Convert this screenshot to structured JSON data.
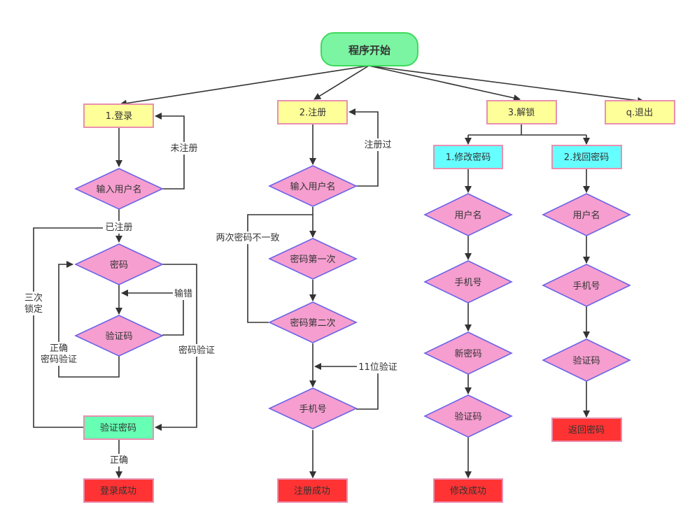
{
  "diagram": {
    "start": "程序开始",
    "colors": {
      "start_fill": "#7cf5a2",
      "start_stroke": "#3fd95d",
      "yellow_fill": "#ffff99",
      "pink_stroke": "#e98fb0",
      "diamond_fill": "#f59ecf",
      "diamond_stroke": "#6a63e8",
      "cyan_fill": "#66ffff",
      "green_fill": "#66ffb3",
      "red_fill": "#ff3333",
      "line": "#333333"
    },
    "menu": {
      "login": "1.登录",
      "register": "2.注册",
      "unlock": "3.解锁",
      "quit": "q.退出"
    },
    "login_flow": {
      "username": "输入用户名",
      "not_registered": "未注册",
      "registered": "已注册",
      "password": "密码",
      "wrong_input": "输错",
      "captcha": "验证码",
      "correct": "正确",
      "password_verify": "密码验证",
      "three_times": "三次",
      "locked": "锁定",
      "password_verify_2": "密码验证",
      "verify_password": "验证密码",
      "correct_2": "正确",
      "success": "登录成功"
    },
    "register_flow": {
      "username": "输入用户名",
      "already_registered": "注册过",
      "password_first": "密码第一次",
      "password_mismatch": "两次密码不一致",
      "password_second": "密码第二次",
      "phone_check": "11位验证",
      "phone": "手机号",
      "success": "注册成功"
    },
    "unlock_flow": {
      "change_password": "1.修改密码",
      "recover_password": "2.找回密码",
      "change": {
        "username": "用户名",
        "phone": "手机号",
        "new_password": "新密码",
        "captcha": "验证码",
        "success": "修改成功"
      },
      "recover": {
        "username": "用户名",
        "phone": "手机号",
        "captcha": "验证码",
        "result": "返回密码"
      }
    }
  }
}
